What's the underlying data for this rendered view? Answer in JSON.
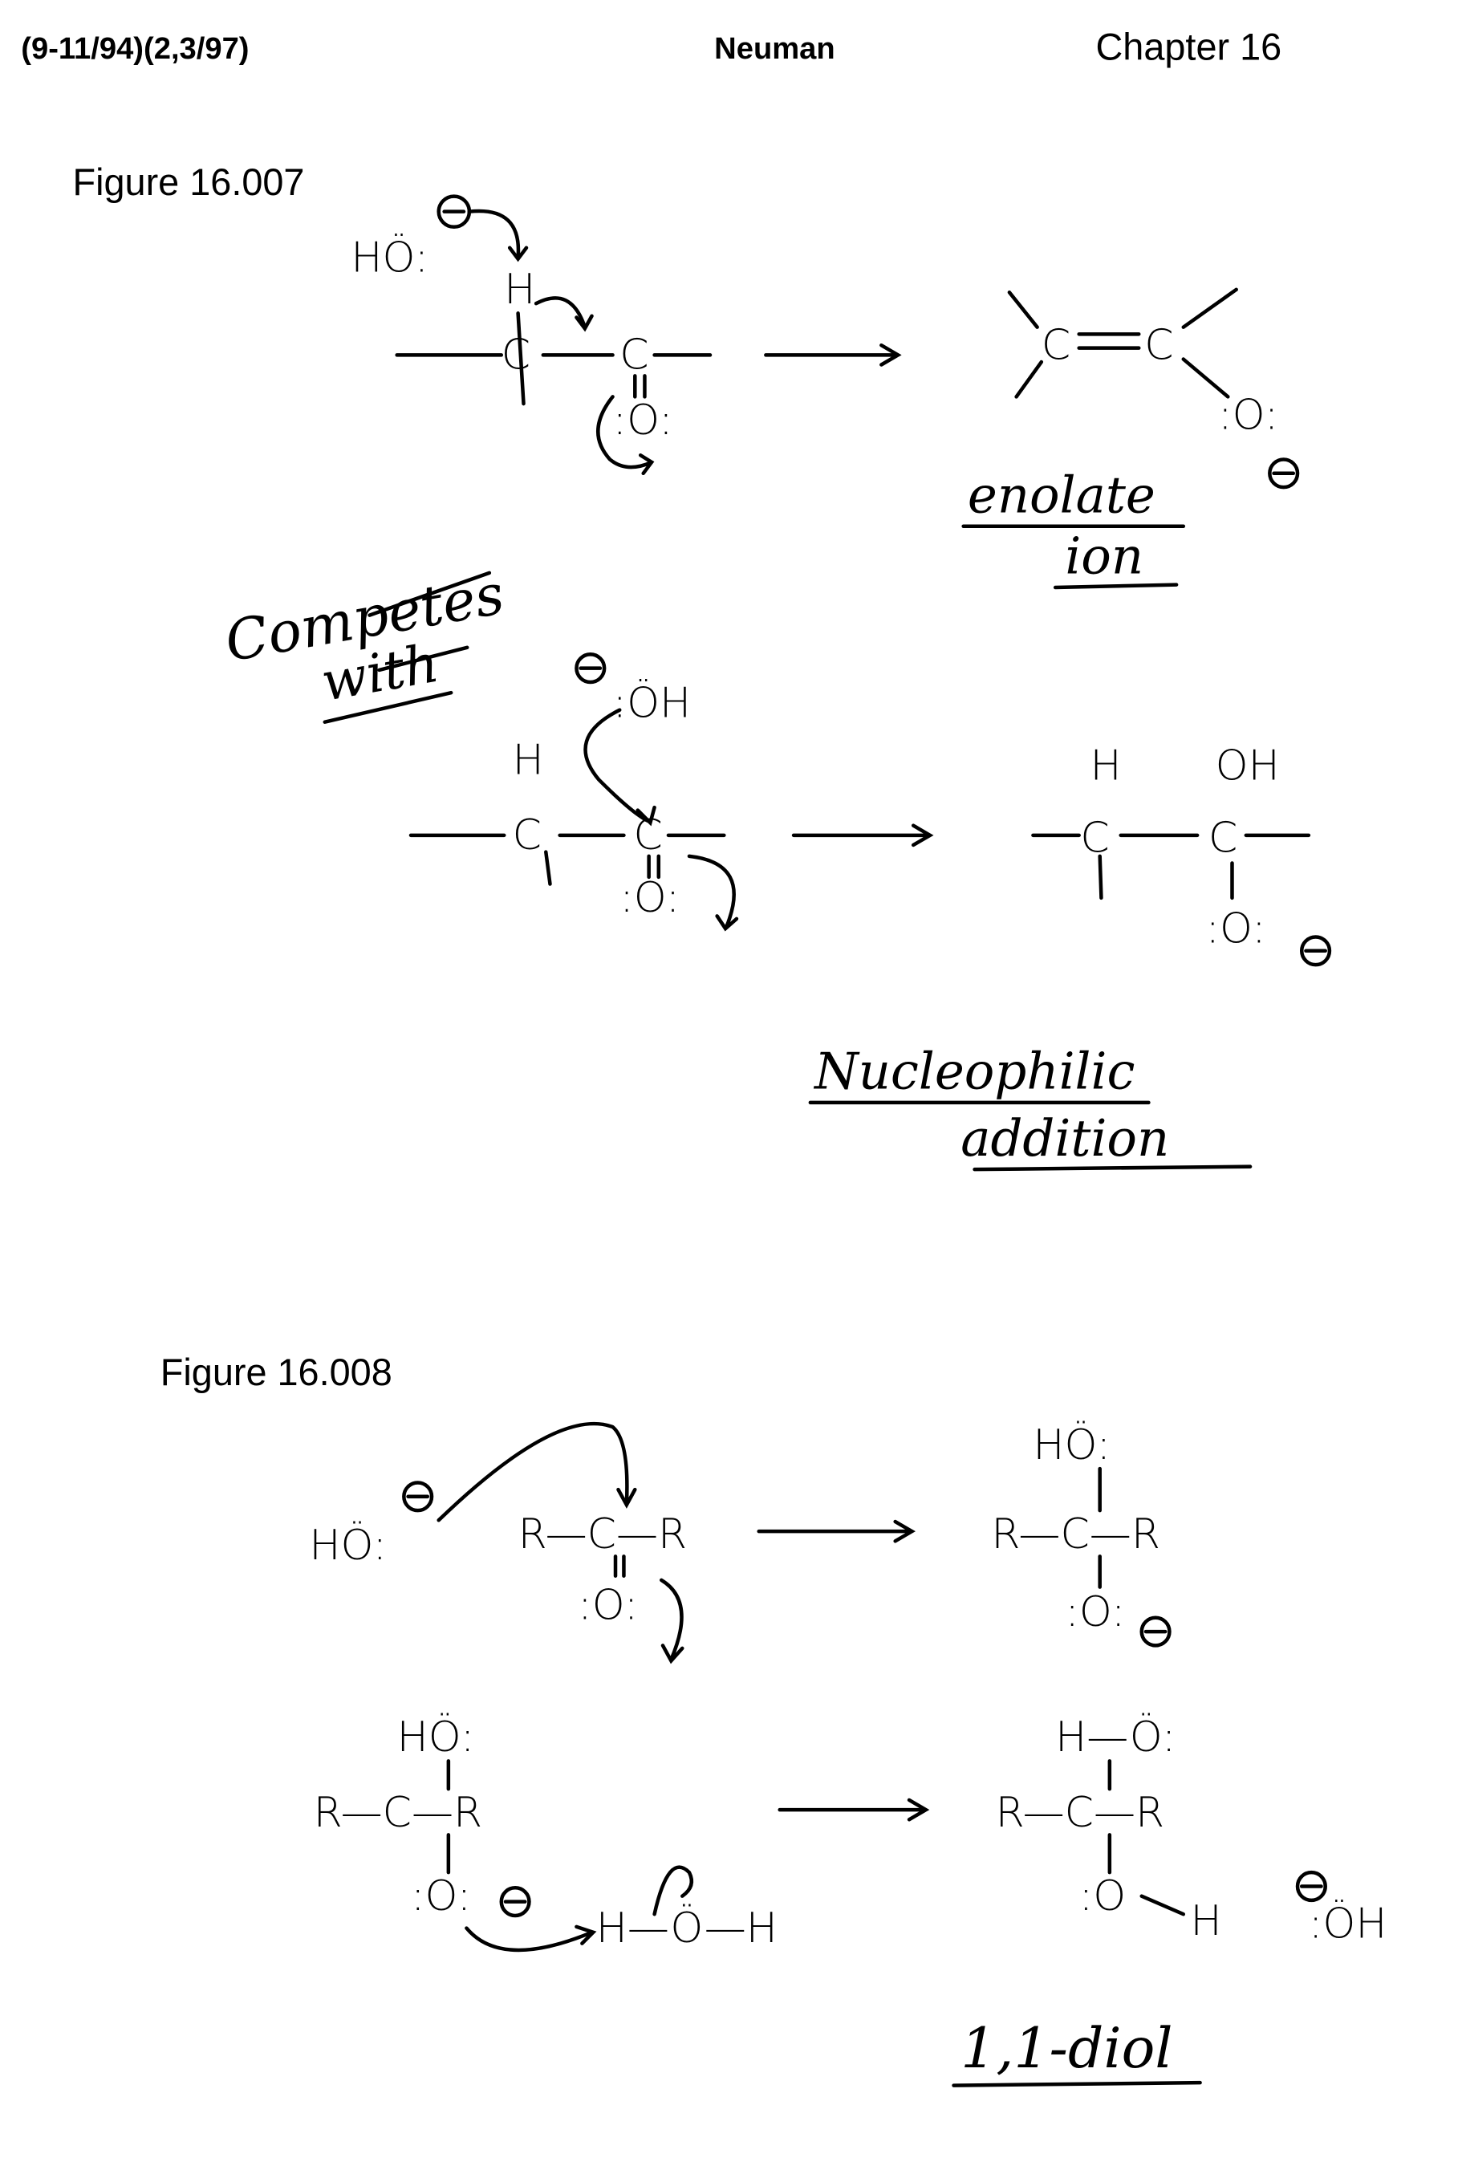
{
  "header": {
    "dates": "(9-11/94)(2,3/97)",
    "author": "Neuman",
    "chapter": "Chapter 16"
  },
  "figure_007": {
    "title": "Figure 16.007",
    "reaction1": {
      "base": "HÖ:",
      "h": "H",
      "c1": "C",
      "c2": "C",
      "o": ":O:",
      "p_c1": "C",
      "p_c2": "C",
      "p_o": ":O:"
    },
    "label_enolate": [
      "enolate",
      "ion"
    ],
    "label_competes": [
      "Competes",
      "with"
    ],
    "reaction2": {
      "nuc": ":ÖH",
      "h": "H",
      "c1": "C",
      "c2": "C",
      "o": ":O:",
      "p_h": "H",
      "p_c1": "C",
      "p_c2": "C",
      "p_oh": "OH",
      "p_o": ":O:"
    },
    "label_addition": [
      "Nucleophilic",
      "addition"
    ]
  },
  "figure_008": {
    "title": "Figure 16.008",
    "step1": {
      "nuc": "HÖ:",
      "reactant": "R—C—R",
      "o": ":O:",
      "p_ho": "HÖ:",
      "product": "R—C—R",
      "p_o": ":O:"
    },
    "step2": {
      "ho": "HÖ:",
      "reactant": "R—C—R",
      "o": ":O:",
      "water": "H—Ö—H",
      "p_ho": "H—Ö:",
      "product": "R—C—R",
      "p_o": ":O",
      "p_h": "H",
      "hydroxide": ":ÖH"
    },
    "label_diol": "1,1-diol"
  }
}
